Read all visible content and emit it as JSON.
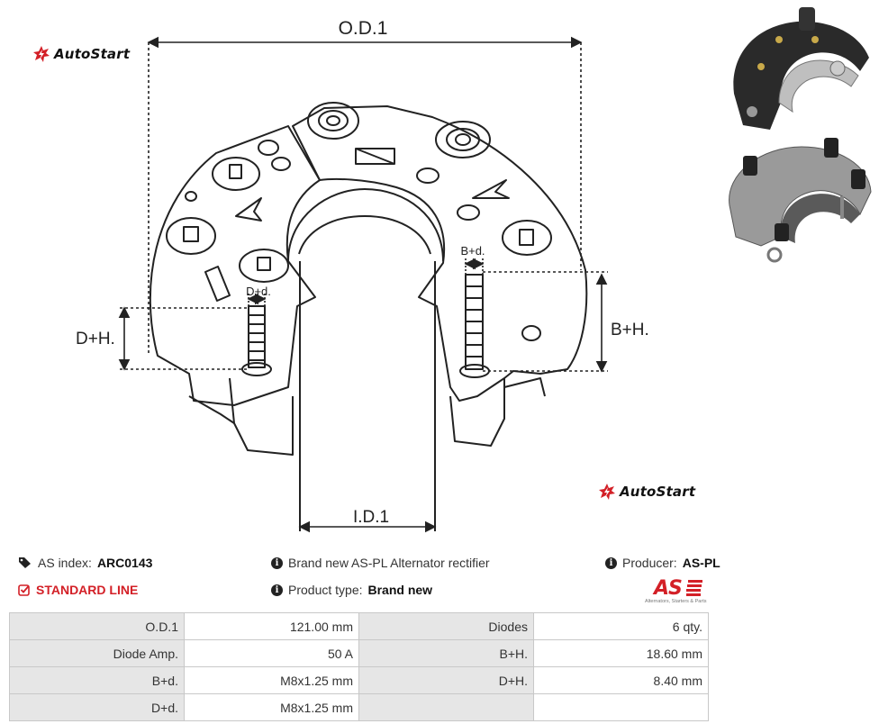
{
  "brand": {
    "name": "AutoStart",
    "accent": "#d32027"
  },
  "drawing": {
    "labels": {
      "od": "O.D.1",
      "id": "I.D.1",
      "dh": "D+H.",
      "bh": "B+H.",
      "dd": "D+d.",
      "bd": "B+d."
    }
  },
  "product": {
    "as_index_label": "AS index:",
    "as_index_value": "ARC0143",
    "line": "STANDARD LINE",
    "description": "Brand new AS-PL Alternator rectifier",
    "type_label": "Product type:",
    "type_value": "Brand new",
    "producer_label": "Producer:",
    "producer_value": "AS-PL",
    "producer_logo_text": "AS",
    "producer_logo_sub": "Alternators, Starters & Parts"
  },
  "specs": [
    [
      "O.D.1",
      "121.00 mm",
      "Diodes",
      "6 qty."
    ],
    [
      "Diode Amp.",
      "50 A",
      "B+H.",
      "18.60 mm"
    ],
    [
      "B+d.",
      "M8x1.25 mm",
      "D+H.",
      "8.40 mm"
    ],
    [
      "D+d.",
      "M8x1.25 mm",
      "",
      ""
    ]
  ],
  "icons": [
    "tag-icon",
    "info-icon",
    "check-square-icon",
    "autostart-logo-icon"
  ]
}
